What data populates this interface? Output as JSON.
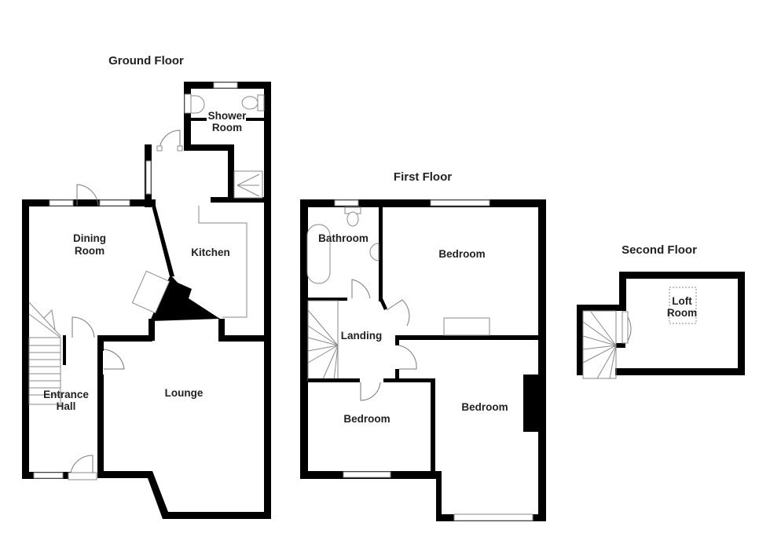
{
  "floors": [
    {
      "title": "Ground Floor",
      "rooms": [
        {
          "name": "shower-room",
          "label_line1": "Shower",
          "label_line2": "Room"
        },
        {
          "name": "dining-room",
          "label_line1": "Dining",
          "label_line2": "Room"
        },
        {
          "name": "kitchen",
          "label_line1": "Kitchen",
          "label_line2": ""
        },
        {
          "name": "entrance-hall",
          "label_line1": "Entrance",
          "label_line2": "Hall"
        },
        {
          "name": "lounge",
          "label_line1": "Lounge",
          "label_line2": ""
        }
      ]
    },
    {
      "title": "First Floor",
      "rooms": [
        {
          "name": "bathroom",
          "label_line1": "Bathroom",
          "label_line2": ""
        },
        {
          "name": "bedroom-rear",
          "label_line1": "Bedroom",
          "label_line2": ""
        },
        {
          "name": "landing",
          "label_line1": "Landing",
          "label_line2": ""
        },
        {
          "name": "bedroom-front-left",
          "label_line1": "Bedroom",
          "label_line2": ""
        },
        {
          "name": "bedroom-front-right",
          "label_line1": "Bedroom",
          "label_line2": ""
        }
      ]
    },
    {
      "title": "Second Floor",
      "rooms": [
        {
          "name": "loft-room",
          "label_line1": "Loft",
          "label_line2": "Room"
        }
      ]
    }
  ],
  "colors": {
    "wall": "#000000",
    "fixture": "#8a8a8a",
    "background": "#ffffff"
  }
}
